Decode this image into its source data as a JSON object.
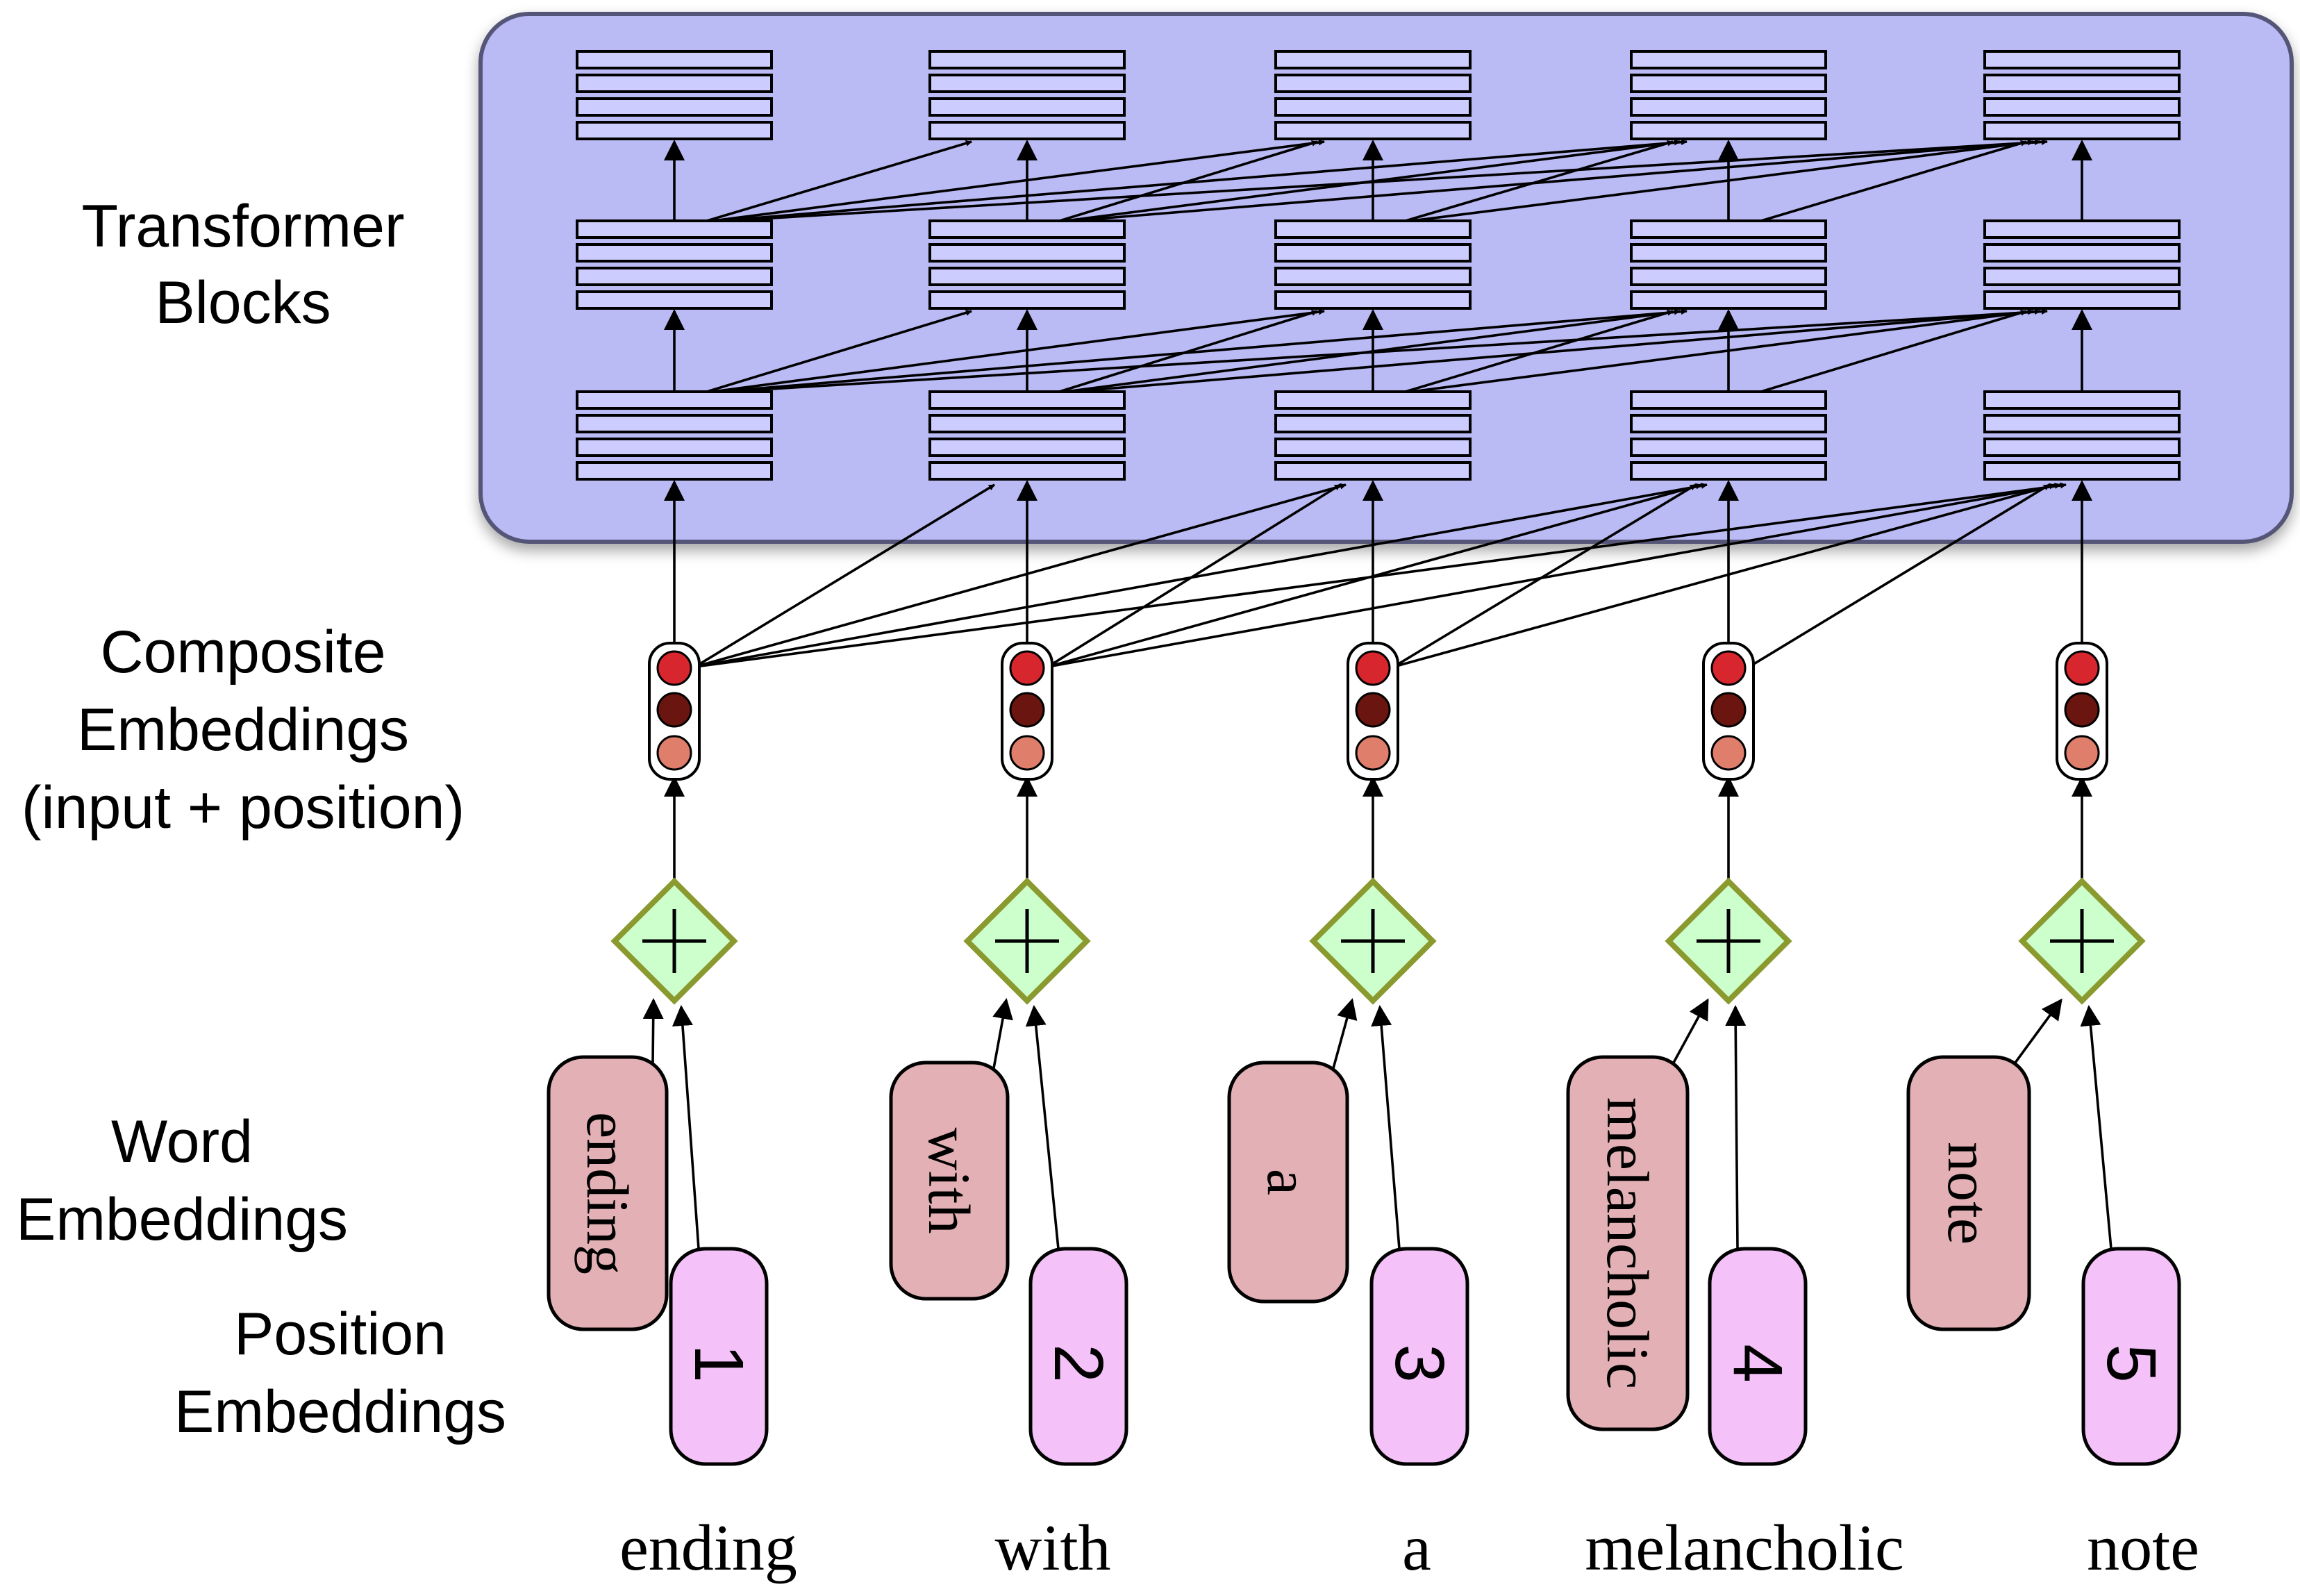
{
  "labels": {
    "transformer": [
      "Transformer",
      "Blocks"
    ],
    "composite": [
      "Composite",
      "Embeddings",
      "(input + position)"
    ],
    "word": [
      "Word",
      "Embeddings"
    ],
    "position": [
      "Position",
      "Embeddings"
    ]
  },
  "tokens": [
    "ending",
    "with",
    "a",
    "melancholic",
    "note"
  ],
  "positions": [
    "1",
    "2",
    "3",
    "4",
    "5"
  ],
  "colors": {
    "transformer_panel": "#babaf5",
    "block": "#ccccff",
    "composite_top": "#d8262e",
    "composite_mid": "#6b1510",
    "composite_bottom": "#e07e6c",
    "plus_node": "#ccffcc",
    "plus_border": "#8a9a2e",
    "word_embedding": "#e3b1b5",
    "position_embedding": "#f5c1f9"
  },
  "icons": [
    "plus-node-icon",
    "arrow-icon"
  ]
}
